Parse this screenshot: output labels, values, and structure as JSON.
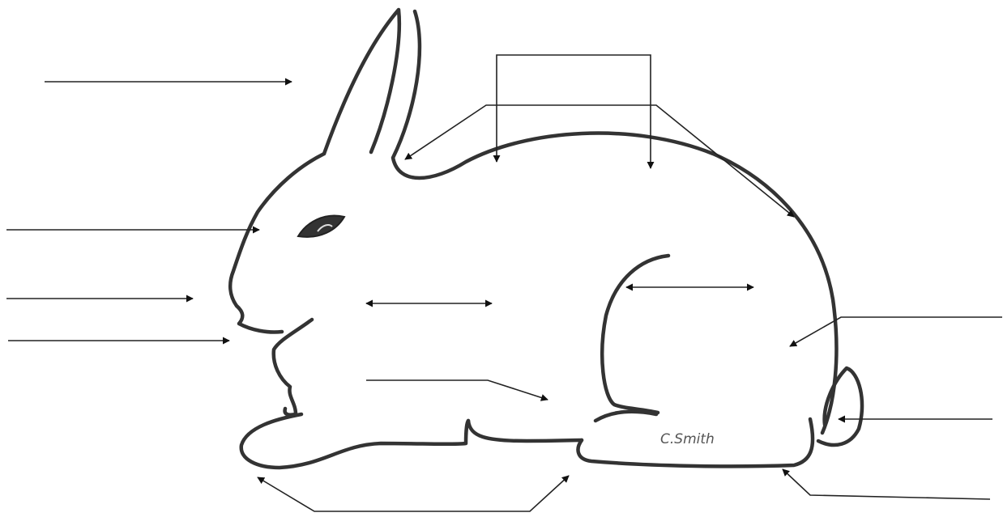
{
  "diagram": {
    "subject": "rabbit-external-anatomy",
    "signature": "C.Smith",
    "label_count": 13,
    "labels": [
      "",
      "",
      "",
      "",
      "",
      "",
      "",
      "",
      "",
      "",
      "",
      "",
      ""
    ],
    "colors": {
      "outline": "#333333",
      "leader": "#222222",
      "background": "#ffffff"
    }
  }
}
